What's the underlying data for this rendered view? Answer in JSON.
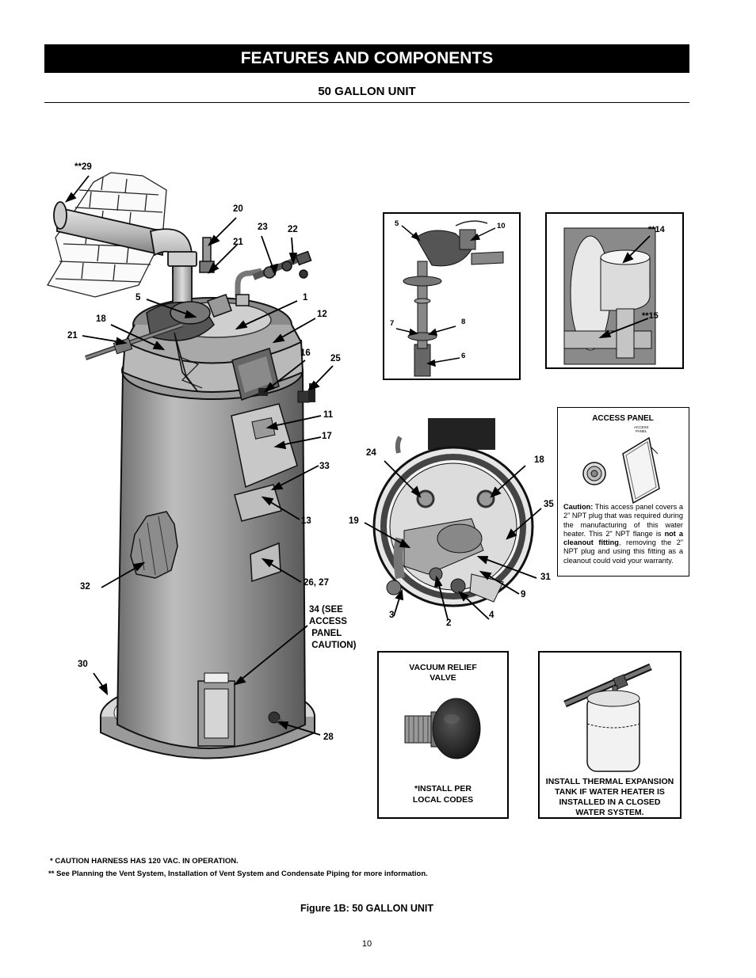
{
  "header": {
    "title": "FEATURES AND COMPONENTS",
    "subtitle": "50 GALLON UNIT"
  },
  "callouts": {
    "c29": "**29",
    "c20": "20",
    "c21a": "21",
    "c23": "23",
    "c22": "22",
    "c5": "5",
    "c1": "1",
    "c18a": "18",
    "c12": "12",
    "c21b": "21",
    "c16": "16",
    "c25": "25",
    "c11": "11",
    "c17": "17",
    "c33": "33",
    "c13": "13",
    "c32": "32",
    "c2627": "26, 27",
    "c34": "34 (SEE\nACCESS\n PANEL\n CAUTION)",
    "c30": "30",
    "c28": "28"
  },
  "detail_top": {
    "c5": "5",
    "c10": "10",
    "c7": "7",
    "c8": "8",
    "c6": "6"
  },
  "detail_vent": {
    "c14": "**14",
    "c15": "**15"
  },
  "detail_base": {
    "c24": "24",
    "c18": "18",
    "c35": "35",
    "c19": "19",
    "c31": "31",
    "c9": "9",
    "c3": "3",
    "c2": "2",
    "c4": "4"
  },
  "access_panel": {
    "title": "ACCESS PANEL",
    "diagram_label": "ACCESS\nPANEL",
    "caution_label": "Caution:",
    "caution_text_1": " This access panel covers a 2” NPT plug that was required during the manufacturing of this water heater. This 2” NPT flange is ",
    "caution_bold": "not a cleanout fitting",
    "caution_text_2": ", removing the 2” NPT plug and using this fitting as a cleanout could void your warranty."
  },
  "vacuum_relief": {
    "title": "VACUUM RELIEF\nVALVE",
    "note": "*INSTALL PER\nLOCAL CODES"
  },
  "expansion_tank": {
    "note": "INSTALL THERMAL EXPANSION\nTANK IF WATER HEATER IS\nINSTALLED IN A CLOSED\nWATER SYSTEM."
  },
  "footnotes": {
    "f1": " * CAUTION HARNESS HAS 120 VAC. IN OPERATION.",
    "f2": "** See Planning the Vent System, Installation of Vent System and Condensate Piping for more information."
  },
  "figure_caption": "Figure 1B: 50 GALLON UNIT",
  "page_number": "10"
}
